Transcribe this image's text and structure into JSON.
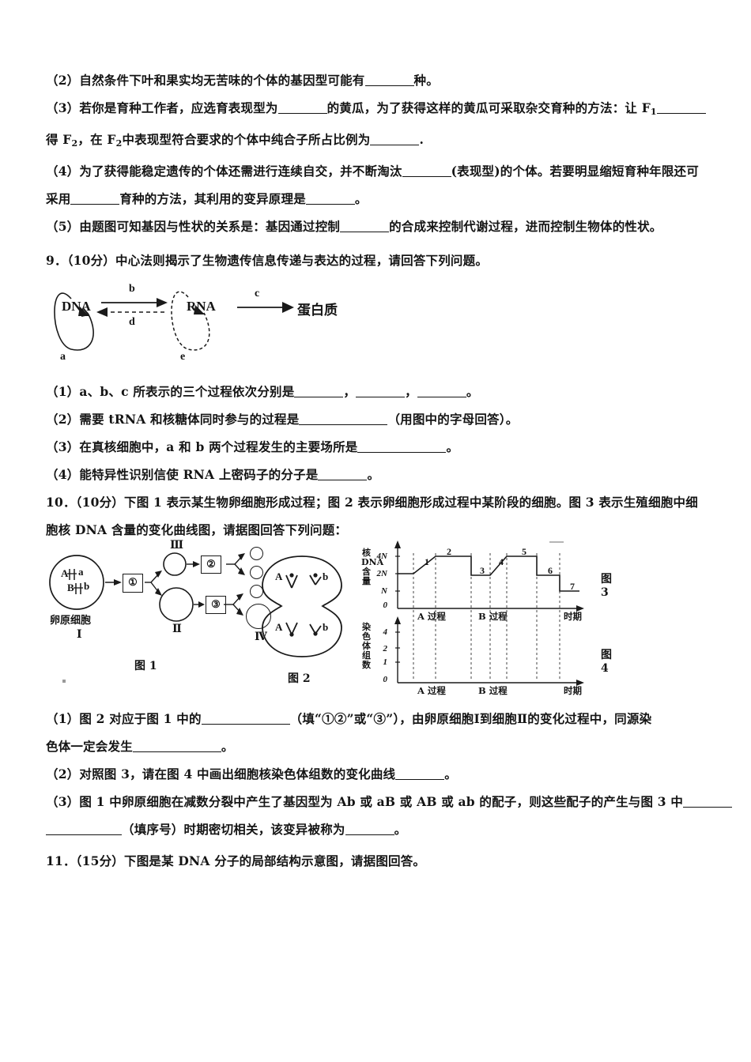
{
  "document": {
    "language": "zh-CN",
    "subject": "生物",
    "page_background": "#ffffff",
    "ink_color": "#141414"
  },
  "question_8_continued": {
    "items": [
      {
        "id": "q8-2",
        "label": "（2）",
        "segments": [
          {
            "t": "text",
            "v": "自然条件下叶和果实均无苦味的个体的基因型可能有"
          },
          {
            "t": "blank",
            "w": "m"
          },
          {
            "t": "text",
            "v": "种。"
          }
        ]
      },
      {
        "id": "q8-3a",
        "label": "（3）",
        "segments": [
          {
            "t": "text",
            "v": "若你是育种工作者，应选育表现型为"
          },
          {
            "t": "blank",
            "w": "m"
          },
          {
            "t": "text",
            "v": "的黄瓜，为了获得这样的黄瓜可采取杂交育种的方法：让 F"
          },
          {
            "t": "sub",
            "v": "1"
          },
          {
            "t": "blank",
            "w": "m"
          }
        ]
      },
      {
        "id": "q8-3b",
        "label": "",
        "segments": [
          {
            "t": "text",
            "v": "得 F"
          },
          {
            "t": "sub",
            "v": "2"
          },
          {
            "t": "text",
            "v": "，在 F"
          },
          {
            "t": "sub",
            "v": "2"
          },
          {
            "t": "text",
            "v": "中表现型符合要求的个体中纯合子所占比例为"
          },
          {
            "t": "blank",
            "w": "m"
          },
          {
            "t": "text",
            "v": "."
          }
        ]
      },
      {
        "id": "q8-4a",
        "label": "（4）",
        "segments": [
          {
            "t": "text",
            "v": "为了获得能稳定遗传的个体还需进行连续自交，并不断淘汰"
          },
          {
            "t": "blank",
            "w": "m"
          },
          {
            "t": "text",
            "v": "(表现型)的个体。若要明显缩短育种年限还可"
          }
        ]
      },
      {
        "id": "q8-4b",
        "label": "",
        "segments": [
          {
            "t": "text",
            "v": "采用"
          },
          {
            "t": "blank",
            "w": "m"
          },
          {
            "t": "text",
            "v": "育种的方法，其利用的变异原理是"
          },
          {
            "t": "blank",
            "w": "m"
          },
          {
            "t": "text",
            "v": "。"
          }
        ]
      },
      {
        "id": "q8-5",
        "label": "（5）",
        "segments": [
          {
            "t": "text",
            "v": "由题图可知基因与性状的关系是：基因通过控制"
          },
          {
            "t": "blank",
            "w": "m"
          },
          {
            "t": "text",
            "v": "的合成来控制代谢过程，进而控制生物体的性状。"
          }
        ]
      }
    ]
  },
  "question_9": {
    "number": "9．",
    "score": "（10分）",
    "stem": "中心法则揭示了生物遗传信息传递与表达的过程，请回答下列问题。",
    "figure": {
      "name": "central-dogma-diagram",
      "nodes": [
        {
          "id": "dna",
          "label": "DNA"
        },
        {
          "id": "rna",
          "label": "RNA"
        },
        {
          "id": "protein",
          "label": "蛋白质"
        }
      ],
      "arrow_labels": {
        "dna_self_loop": "a",
        "dna_to_rna": "b",
        "rna_to_protein": "c",
        "rna_to_dna_dashed": "d",
        "rna_self_loop": "e"
      }
    },
    "items": [
      {
        "id": "q9-1",
        "label": "（1）",
        "segments": [
          {
            "t": "latin",
            "v": "a、b、c "
          },
          {
            "t": "text",
            "v": "所表示的三个过程依次分别是"
          },
          {
            "t": "blank",
            "w": "m"
          },
          {
            "t": "text",
            "v": "，"
          },
          {
            "t": "blank",
            "w": "m"
          },
          {
            "t": "text",
            "v": "，"
          },
          {
            "t": "blank",
            "w": "m"
          },
          {
            "t": "text",
            "v": "。"
          }
        ]
      },
      {
        "id": "q9-2",
        "label": "（2）",
        "segments": [
          {
            "t": "text",
            "v": "需要 "
          },
          {
            "t": "latin",
            "v": "tRNA"
          },
          {
            "t": "text",
            "v": " 和核糖体同时参与的过程是"
          },
          {
            "t": "blank",
            "w": "xl"
          },
          {
            "t": "text",
            "v": "（用图中的字母回答）。"
          }
        ]
      },
      {
        "id": "q9-3",
        "label": "（3）",
        "segments": [
          {
            "t": "text",
            "v": "在真核细胞中，"
          },
          {
            "t": "latin",
            "v": "a "
          },
          {
            "t": "text",
            "v": "和 "
          },
          {
            "t": "latin",
            "v": "b "
          },
          {
            "t": "text",
            "v": "两个过程发生的主要场所是"
          },
          {
            "t": "blank",
            "w": "xl"
          },
          {
            "t": "text",
            "v": "。"
          }
        ]
      },
      {
        "id": "q9-4",
        "label": "（4）",
        "segments": [
          {
            "t": "text",
            "v": "能特异性识别信使 "
          },
          {
            "t": "latin",
            "v": "RNA "
          },
          {
            "t": "text",
            "v": "上密码子的分子是"
          },
          {
            "t": "blank",
            "w": "m"
          },
          {
            "t": "text",
            "v": "。"
          }
        ]
      }
    ]
  },
  "question_10": {
    "number": "10．",
    "score": "（10分）",
    "stem_line1": "下图 1 表示某生物卵细胞形成过程；图 2 表示卵细胞形成过程中某阶段的细胞。图 3 表示生殖细胞中细",
    "stem_line2": "胞核 DNA 含量的变化曲线图，请据图回答下列问题：",
    "figure1": {
      "caption": "图 1",
      "oogonium_label": "卵原细胞",
      "oogonium_roman": "Ⅰ",
      "genes_top": "A",
      "genes_top_allele": "a",
      "genes_bottom": "B",
      "genes_bottom_allele": "b",
      "step_boxes": [
        "①",
        "②",
        "③"
      ],
      "cell_labels": [
        "Ⅲ",
        "Ⅱ",
        "Ⅳ"
      ]
    },
    "figure2": {
      "caption": "图 2",
      "top_cell_genes": [
        "A",
        "b"
      ],
      "bottom_cell_genes": [
        "A",
        "b"
      ]
    },
    "items": [
      {
        "id": "q10-1a",
        "label": "（1）",
        "segments": [
          {
            "t": "text",
            "v": "图 2 对应于图 1 中的"
          },
          {
            "t": "blank",
            "w": "xl"
          },
          {
            "t": "text",
            "v": "（填“①②”或“③”），由卵原细胞Ⅰ到细胞Ⅱ的变化过程中，同源染"
          }
        ]
      },
      {
        "id": "q10-1b",
        "label": "",
        "segments": [
          {
            "t": "text",
            "v": "色体一定会发生"
          },
          {
            "t": "blank",
            "w": "xl"
          },
          {
            "t": "text",
            "v": "。"
          }
        ]
      },
      {
        "id": "q10-2",
        "label": "（2）",
        "segments": [
          {
            "t": "text",
            "v": "对照图 3，请在图 4 中画出细胞核染色体组数的变化曲线"
          },
          {
            "t": "blank",
            "w": "m"
          },
          {
            "t": "text",
            "v": "。"
          }
        ]
      },
      {
        "id": "q10-3a",
        "label": "（3）",
        "segments": [
          {
            "t": "text",
            "v": "图 1 中卵原细胞在减数分裂中产生了基因型为 "
          },
          {
            "t": "latin",
            "v": "Ab"
          },
          {
            "t": "text",
            "v": " 或 "
          },
          {
            "t": "latin",
            "v": "aB"
          },
          {
            "t": "text",
            "v": " 或 "
          },
          {
            "t": "latin",
            "v": "AB"
          },
          {
            "t": "text",
            "v": " 或 "
          },
          {
            "t": "latin",
            "v": "ab"
          },
          {
            "t": "text",
            "v": " 的配子，则这些配子的产生与图 3 中"
          },
          {
            "t": "blank",
            "w": "m"
          }
        ]
      },
      {
        "id": "q10-3b",
        "label": "",
        "segments": [
          {
            "t": "blank",
            "w": "l"
          },
          {
            "t": "text",
            "v": "（填序号）时期密切相关，该变异被称为"
          },
          {
            "t": "blank",
            "w": "m"
          },
          {
            "t": "text",
            "v": "。"
          }
        ]
      }
    ]
  },
  "question_11": {
    "number": "11．",
    "score": "（15分）",
    "stem": "下图是某 DNA 分子的局部结构示意图，请据图回答。"
  },
  "chart_data": [
    {
      "id": "fig3",
      "type": "line",
      "title": "图 3",
      "xlabel": "时期",
      "ylabel": "核DNA含量",
      "ytick_labels": [
        "0",
        "N",
        "2N",
        "4N"
      ],
      "ytick_values": [
        0,
        1,
        2,
        4
      ],
      "ylim": [
        0,
        4.6
      ],
      "grid": false,
      "gridlines_vertical_dashed": true,
      "process_labels": [
        "A 过程",
        "B 过程"
      ],
      "stage_numbers": [
        "1",
        "2",
        "3",
        "4",
        "5",
        "6",
        "7"
      ],
      "segments": [
        {
          "stage": "",
          "x0": 0.0,
          "x1": 0.07,
          "y0": 2,
          "y1": 2
        },
        {
          "stage": "1",
          "x0": 0.07,
          "x1": 0.2,
          "y0": 2,
          "y1": 4
        },
        {
          "stage": "2",
          "x0": 0.2,
          "x1": 0.4,
          "y0": 4,
          "y1": 4
        },
        {
          "stage": "",
          "x0": 0.4,
          "x1": 0.4,
          "y0": 4,
          "y1": 2
        },
        {
          "stage": "3",
          "x0": 0.4,
          "x1": 0.5,
          "y0": 2,
          "y1": 2
        },
        {
          "stage": "4",
          "x0": 0.5,
          "x1": 0.59,
          "y0": 2,
          "y1": 4
        },
        {
          "stage": "5",
          "x0": 0.59,
          "x1": 0.74,
          "y0": 4,
          "y1": 4
        },
        {
          "stage": "",
          "x0": 0.74,
          "x1": 0.74,
          "y0": 4,
          "y1": 2
        },
        {
          "stage": "6",
          "x0": 0.74,
          "x1": 0.86,
          "y0": 2,
          "y1": 2
        },
        {
          "stage": "",
          "x0": 0.86,
          "x1": 0.86,
          "y0": 2,
          "y1": 1
        },
        {
          "stage": "7",
          "x0": 0.86,
          "x1": 0.97,
          "y0": 1,
          "y1": 1
        }
      ]
    },
    {
      "id": "fig4",
      "type": "line",
      "title": "图 4",
      "xlabel": "时期",
      "ylabel": "染色体组数",
      "ytick_labels": [
        "0",
        "1",
        "2",
        "4"
      ],
      "ytick_values": [
        0,
        1,
        2,
        4
      ],
      "ylim": [
        0,
        4.6
      ],
      "grid": false,
      "gridlines_vertical_dashed": true,
      "process_labels": [
        "A 过程",
        "B 过程"
      ],
      "series": [],
      "note": "空白坐标图，待学生绘制曲线"
    }
  ]
}
